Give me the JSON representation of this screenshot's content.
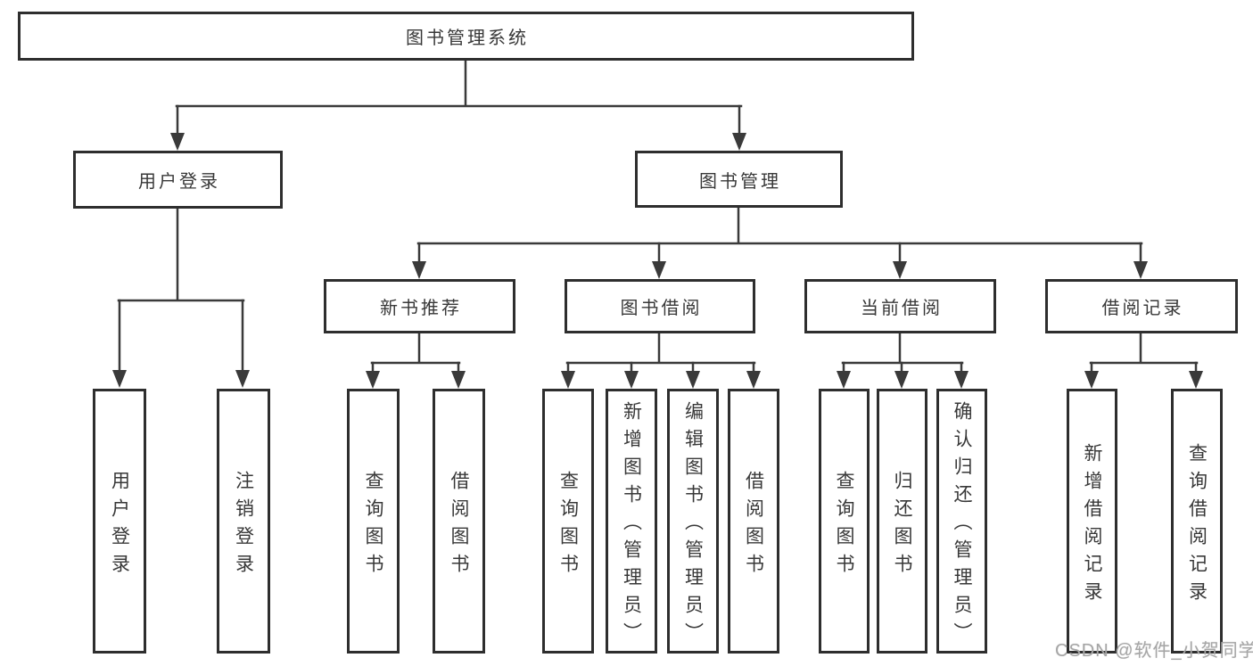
{
  "page": {
    "background": "#ffffff",
    "watermark": "CSDN @软件_小贺同学"
  },
  "palette": {
    "box_border": "#2e2e2e",
    "connector_line": "#3a3a3a",
    "text": "#383838",
    "watermark_color": "#a6a6a6"
  },
  "nodes": {
    "root": {
      "label": "图书管理系统"
    },
    "level2": [
      {
        "label": "用户登录"
      },
      {
        "label": "图书管理"
      }
    ],
    "level3": [
      {
        "label": "新书推荐"
      },
      {
        "label": "图书借阅"
      },
      {
        "label": "当前借阅"
      },
      {
        "label": "借阅记录"
      }
    ],
    "level4": [
      {
        "label": "用户登录"
      },
      {
        "label": "注销登录"
      },
      {
        "label": "查询图书"
      },
      {
        "label": "借阅图书"
      },
      {
        "label": "查询图书"
      },
      {
        "label": "新增图书（管理员）"
      },
      {
        "label": "编辑图书（管理员）"
      },
      {
        "label": "借阅图书"
      },
      {
        "label": "查询图书"
      },
      {
        "label": "归还图书"
      },
      {
        "label": "确认归还（管理员）"
      },
      {
        "label": "新增借阅记录"
      },
      {
        "label": "查询借阅记录"
      }
    ]
  }
}
